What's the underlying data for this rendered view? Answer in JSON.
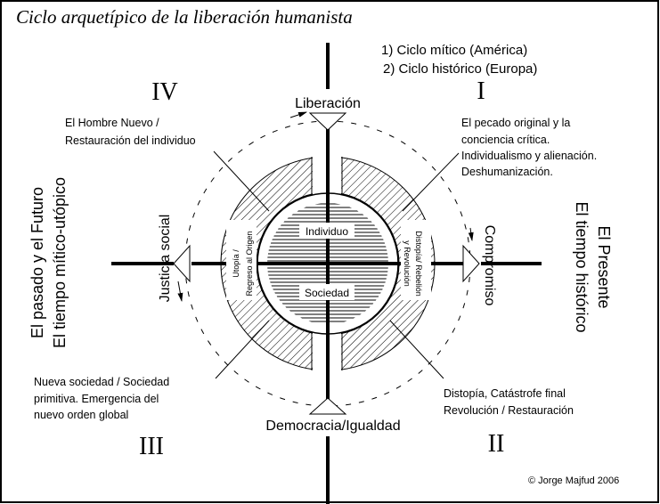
{
  "title": "Ciclo arquetípico de la liberación humanista",
  "legend": [
    "1) Ciclo mítico (América)",
    "2) Ciclo histórico (Europa)"
  ],
  "quadrants": {
    "I": "I",
    "II": "II",
    "III": "III",
    "IV": "IV"
  },
  "axes": {
    "top": "Liberación",
    "bottom": "Democracia/Igualdad",
    "left": "Justicia social",
    "right": "Compromiso"
  },
  "sides": {
    "left_line1": "El pasado y el Futuro",
    "left_line2": "El tiempo mítico-utópico",
    "right_line1": "El Presente",
    "right_line2": "El tiempo histórico"
  },
  "notes": {
    "q4": [
      "El Hombre Nuevo /",
      "Restauración del individuo"
    ],
    "q1": [
      "El pecado original y la",
      "conciencia crítica.",
      "Individualismo y alienación.",
      "Deshumanización."
    ],
    "q3": [
      "Nueva sociedad / Sociedad",
      "primitiva. Emergencia del",
      "nuevo orden global"
    ],
    "q2": [
      "Distopía, Catástrofe final",
      "Revolución / Restauración"
    ]
  },
  "center": {
    "top": "Individuo",
    "bottom": "Sociedad"
  },
  "ring": {
    "left_line1": "Utopía /",
    "left_line2": "Regreso al Origen",
    "right_line1": "Distopía/ Rebelión",
    "right_line2": "y Revolución"
  },
  "copyright": "© Jorge Majfud 2006"
}
